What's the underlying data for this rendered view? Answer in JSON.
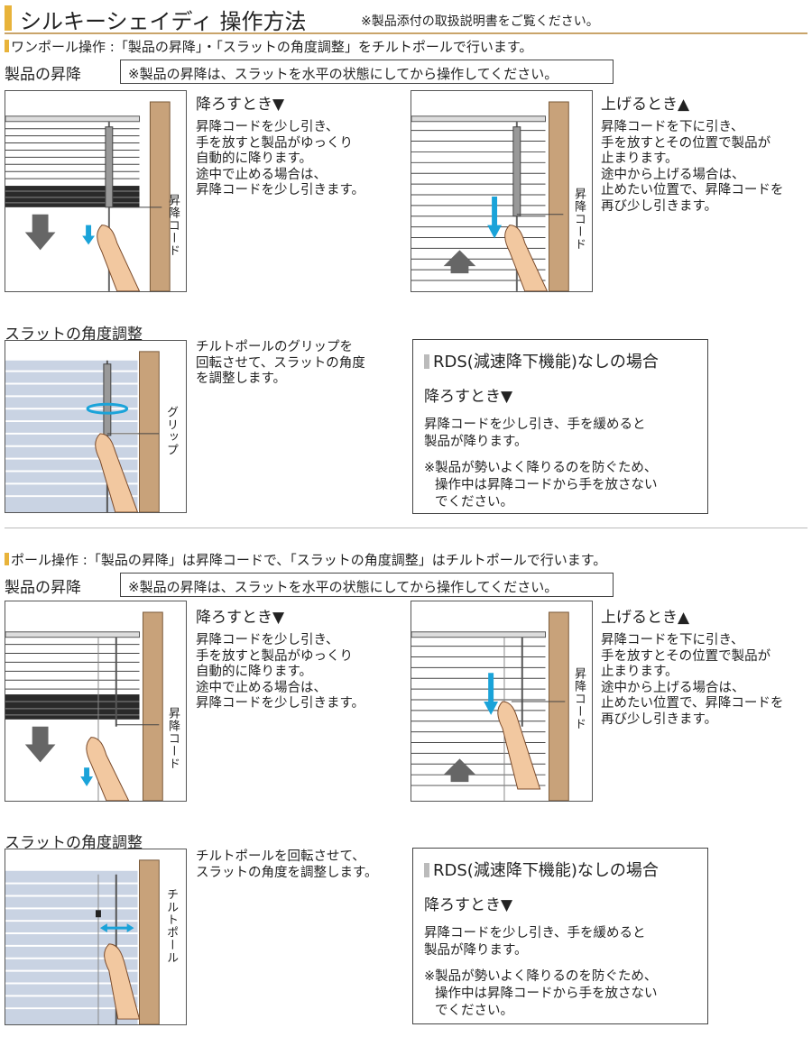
{
  "header": {
    "title": "シルキーシェイディ 操作方法",
    "note": "※製品添付の取扱説明書をご覧ください。"
  },
  "one_pole": {
    "heading": "ワンポール操作 :「製品の昇降」・「スラットの角度調整」をチルトポールで行います。",
    "raise_lower_label": "製品の昇降",
    "notice": "※製品の昇降は、スラットを水平の状態にしてから操作してください。",
    "lower": {
      "title": "降ろすとき▼",
      "lines": [
        "昇降コードを少し引き、",
        "手を放すと製品がゆっくり",
        "自動的に降ります。",
        "途中で止める場合は、",
        "昇降コードを少し引きます。"
      ],
      "label": "昇降コード"
    },
    "raise": {
      "title": "上げるとき▲",
      "lines": [
        "昇降コードを下に引き、",
        "手を放すとその位置で製品が",
        "止まります。",
        "途中から上げる場合は、",
        "止めたい位置で、昇降コードを",
        "再び少し引きます。"
      ],
      "label": "昇降コード"
    },
    "slat": {
      "label": "スラットの角度調整",
      "lines": [
        "チルトポールのグリップを",
        "回転させて、スラットの角度",
        "を調整します。"
      ],
      "illus_label": "グリップ"
    },
    "rds": {
      "title": "RDS(減速降下機能)なしの場合",
      "sub": "降ろすとき▼",
      "body": [
        "昇降コードを少し引き、手を緩めると",
        "製品が降ります。"
      ],
      "note": [
        "※製品が勢いよく降りるのを防ぐため、",
        "操作中は昇降コードから手を放さない",
        "でください。"
      ]
    }
  },
  "pole": {
    "heading": "ポール操作 :「製品の昇降」は昇降コードで、「スラットの角度調整」はチルトポールで行います。",
    "raise_lower_label": "製品の昇降",
    "notice": "※製品の昇降は、スラットを水平の状態にしてから操作してください。",
    "lower": {
      "title": "降ろすとき▼",
      "lines": [
        "昇降コードを少し引き、",
        "手を放すと製品がゆっくり",
        "自動的に降ります。",
        "途中で止める場合は、",
        "昇降コードを少し引きます。"
      ],
      "label": "昇降コード"
    },
    "raise": {
      "title": "上げるとき▲",
      "lines": [
        "昇降コードを下に引き、",
        "手を放すとその位置で製品が",
        "止まります。",
        "途中から上げる場合は、",
        "止めたい位置で、昇降コードを",
        "再び少し引きます。"
      ],
      "label": "昇降コード"
    },
    "slat": {
      "label": "スラットの角度調整",
      "lines": [
        "チルトポールを回転させて、",
        "スラットの角度を調整します。"
      ],
      "illus_label": "チルトポール"
    },
    "rds": {
      "title": "RDS(減速降下機能)なしの場合",
      "sub": "降ろすとき▼",
      "body": [
        "昇降コードを少し引き、手を緩めると",
        "製品が降ります。"
      ],
      "note": [
        "※製品が勢いよく降りるのを防ぐため、",
        "操作中は昇降コードから手を放さない",
        "でください。"
      ]
    }
  },
  "colors": {
    "accent": "#e8b33a",
    "frame": "#b08a62",
    "arrow_blue": "#1aa3d9",
    "slat_dark": "#333333"
  }
}
